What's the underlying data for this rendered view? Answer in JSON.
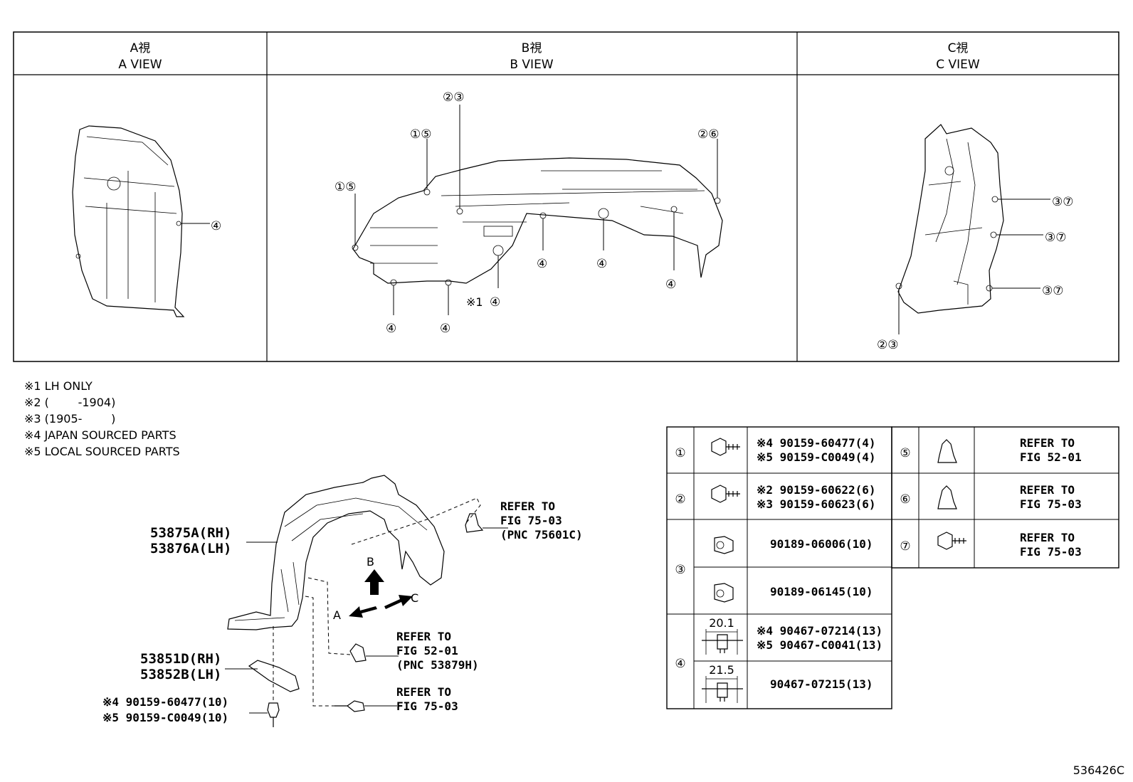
{
  "views": [
    {
      "jp": "A視",
      "en": "A VIEW"
    },
    {
      "jp": "B視",
      "en": "B VIEW"
    },
    {
      "jp": "C視",
      "en": "C VIEW"
    }
  ],
  "callouts": {
    "a_view": [
      "④"
    ],
    "b_view": [
      "①⑤",
      "②③",
      "①⑤",
      "②⑥",
      "④",
      "④",
      "④",
      "④",
      "④",
      "④"
    ],
    "b_view_note_mark": "※1",
    "c_view": [
      "③⑦",
      "③⑦",
      "③⑦",
      "②③"
    ]
  },
  "notes": [
    "※1 LH ONLY",
    "※2 (        -1904)",
    "※3 (1905-        )",
    "※4 JAPAN SOURCED PARTS",
    "※5 LOCAL SOURCED PARTS"
  ],
  "main_parts": {
    "liner_rh": "53875A(RH)",
    "liner_lh": "53876A(LH)",
    "bracket_rh": "53851D(RH)",
    "bracket_lh": "53852B(LH)",
    "bolt_line1": "※4 90159-60477(10)",
    "bolt_line2": "※5 90159-C0049(10)",
    "arrow_a": "A",
    "arrow_b": "B",
    "arrow_c": "C"
  },
  "refers": [
    {
      "line1": "REFER TO",
      "line2": "FIG 75-03",
      "line3": "(PNC 75601C)"
    },
    {
      "line1": "REFER TO",
      "line2": "FIG 52-01",
      "line3": "(PNC 53879H)"
    },
    {
      "line1": "REFER TO",
      "line2": "FIG 75-03",
      "line3": ""
    }
  ],
  "fastener_table": {
    "left": [
      {
        "num": "①",
        "icon": "screw-with-washer-icon",
        "parts": [
          "※4 90159-60477(4)",
          "※5 90159-C0049(4)"
        ]
      },
      {
        "num": "②",
        "icon": "screw-with-washer-icon",
        "parts": [
          "※2 90159-60622(6)",
          "※3 90159-60623(6)"
        ]
      },
      {
        "num": "③",
        "icon": "clip-nut-icon",
        "parts": [
          "90189-06006(10)"
        ]
      },
      {
        "num": "③",
        "icon": "clip-nut-icon",
        "parts": [
          "90189-06145(10)"
        ]
      },
      {
        "num": "④",
        "icon": "push-clip-icon",
        "dim": "20.1",
        "parts": [
          "※4 90467-07214(13)",
          "※5 90467-C0041(13)"
        ]
      },
      {
        "num": "④",
        "icon": "push-clip-icon",
        "dim": "21.5",
        "parts": [
          "90467-07215(13)"
        ]
      }
    ],
    "right": [
      {
        "num": "⑤",
        "icon": "retainer-clip-icon",
        "refer": [
          "REFER TO",
          "FIG 52-01"
        ]
      },
      {
        "num": "⑥",
        "icon": "retainer-clip-icon",
        "refer": [
          "REFER TO",
          "FIG 75-03"
        ]
      },
      {
        "num": "⑦",
        "icon": "screw-with-washer-icon",
        "refer": [
          "REFER TO",
          "FIG 75-03"
        ]
      }
    ]
  },
  "figure_id": "536426C"
}
